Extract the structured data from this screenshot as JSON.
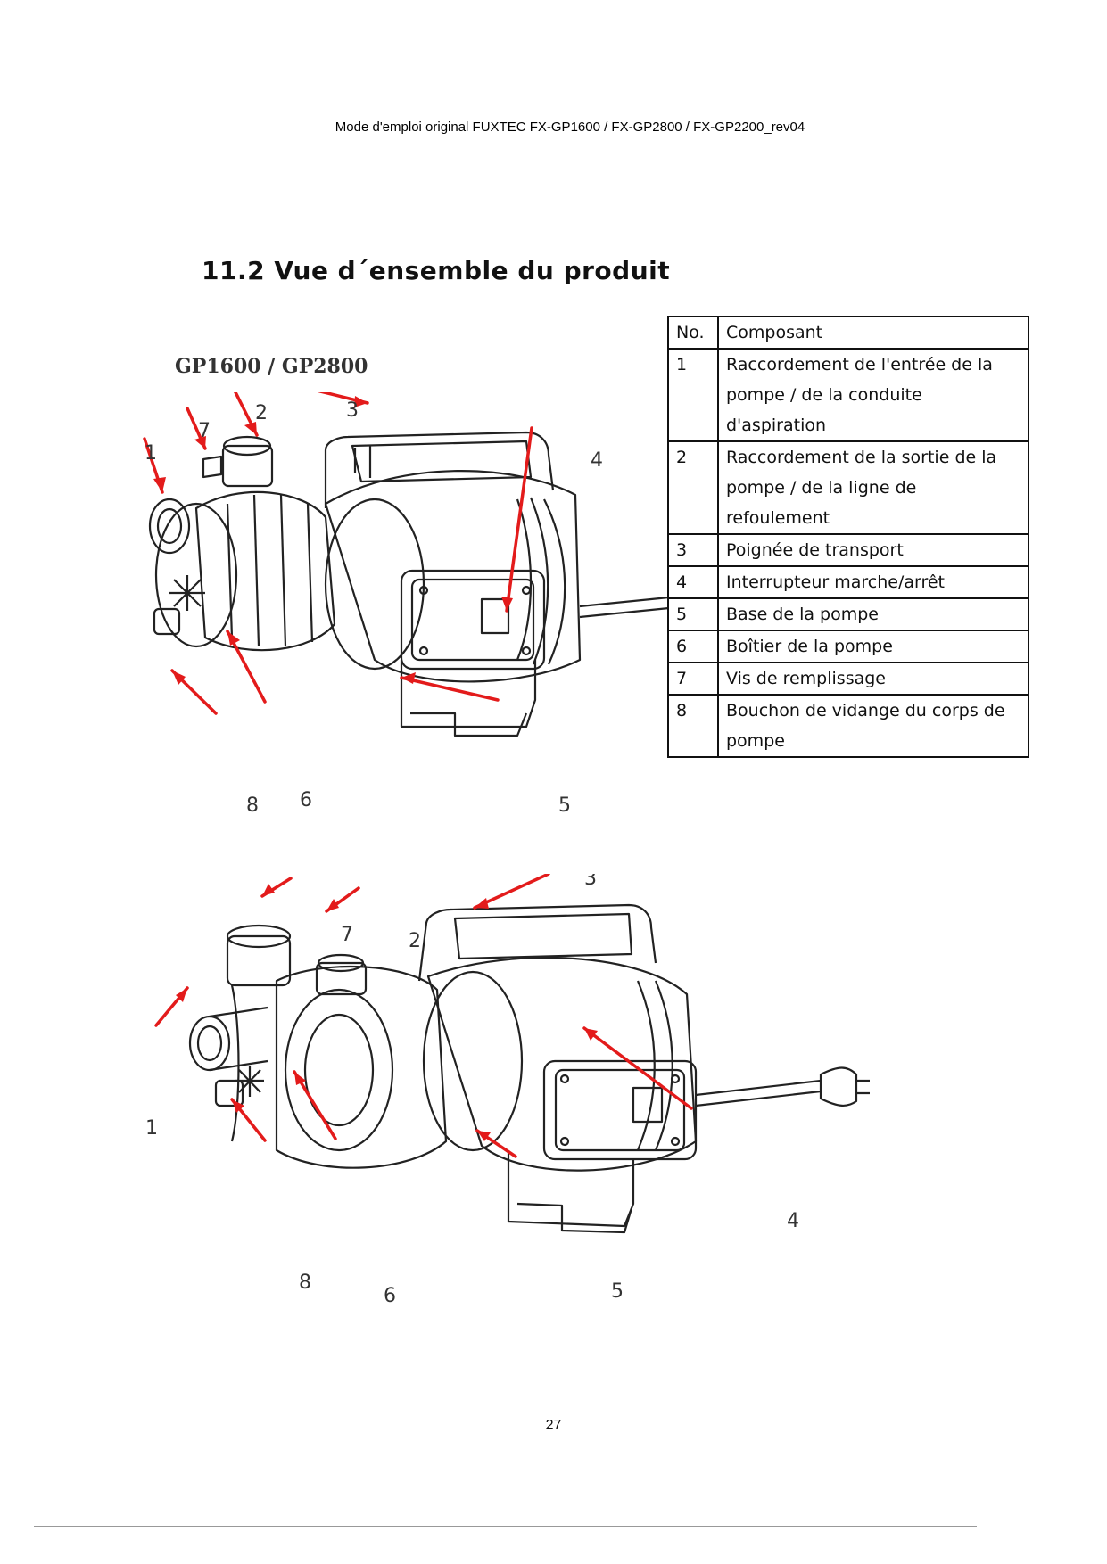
{
  "header": {
    "text": "Mode d'emploi original FUXTEC FX-GP1600 / FX-GP2800 / FX-GP2200_rev04"
  },
  "section": {
    "title": "11.2 Vue d´ensemble du produit"
  },
  "figure1": {
    "model_label": "GP1600 / GP2800"
  },
  "parts_table": {
    "headers": {
      "no": "No.",
      "component": "Composant"
    },
    "rows": [
      {
        "no": "1",
        "component": "Raccordement de l'entrée de la pompe / de la conduite d'aspiration"
      },
      {
        "no": "2",
        "component": "Raccordement de la sortie de la pompe / de la ligne de refoulement"
      },
      {
        "no": "3",
        "component": "Poignée de transport"
      },
      {
        "no": "4",
        "component": "Interrupteur marche/arrêt"
      },
      {
        "no": "5",
        "component": "Base de la pompe"
      },
      {
        "no": "6",
        "component": "Boîtier de la pompe"
      },
      {
        "no": "7",
        "component": "Vis de remplissage"
      },
      {
        "no": "8",
        "component": "Bouchon de vidange du corps de pompe"
      }
    ]
  },
  "callouts": {
    "c1": "1",
    "c2": "2",
    "c3": "3",
    "c4": "4",
    "c5": "5",
    "c6": "6",
    "c7": "7",
    "c8": "8"
  },
  "colors": {
    "arrow": "#e31b1b",
    "line": "#222222"
  },
  "page": {
    "number": "27"
  }
}
